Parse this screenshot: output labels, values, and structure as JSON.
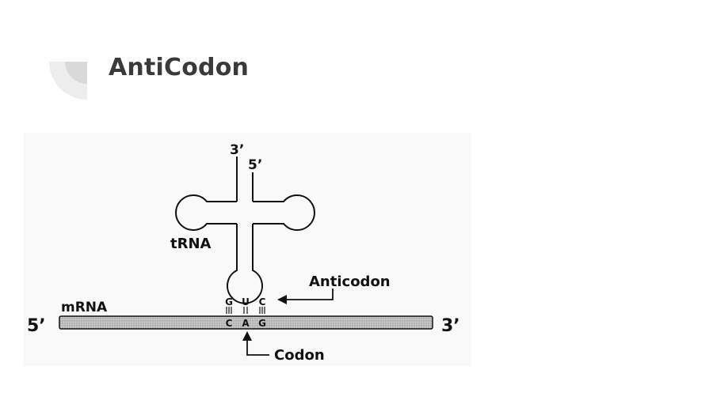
{
  "slide": {
    "title": "AntiCodon"
  },
  "diagram": {
    "trna_label": "tRNA",
    "mrna_label": "mRNA",
    "trna_top_3": "3’",
    "trna_top_5": "5’",
    "mrna_left_end": "5’",
    "mrna_right_end": "3’",
    "anticodon_bases": [
      "G",
      "U",
      "C"
    ],
    "codon_bases": [
      "C",
      "A",
      "G"
    ],
    "anticodon_label": "Anticodon",
    "codon_label": "Codon"
  }
}
